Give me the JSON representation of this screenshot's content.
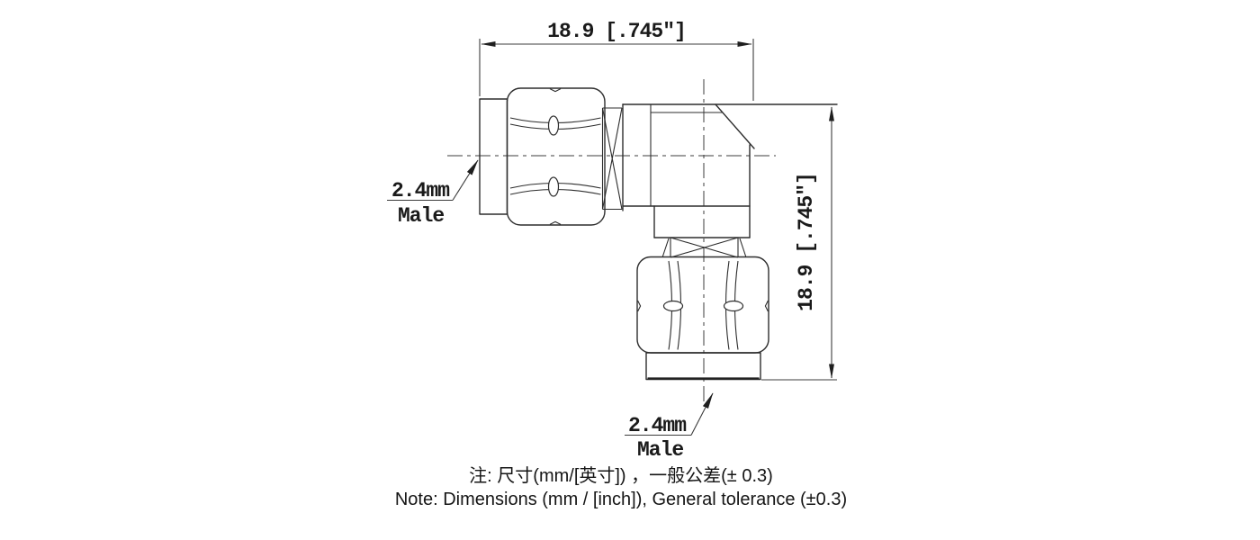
{
  "drawing": {
    "type": "engineering-drawing",
    "subject": "2.4mm male to 2.4mm male right-angle coaxial adapter",
    "top_dimension": {
      "value": "18.9 [.745″]"
    },
    "right_dimension": {
      "value": "18.9 [.745″]"
    },
    "left_connector_label": {
      "size": "2.4mm",
      "gender": "Male"
    },
    "bottom_connector_label": {
      "size": "2.4mm",
      "gender": "Male"
    },
    "colors": {
      "background": "#ffffff",
      "line": "#2d2d2d",
      "dimension_line": "#3c3c3c",
      "text": "#1a1a1a"
    }
  },
  "notes": {
    "chinese": "注: 尺寸(mm/[英寸]) ，一般公差(± 0.3)",
    "english": "Note: Dimensions (mm / [inch]), General tolerance (±0.3)"
  }
}
